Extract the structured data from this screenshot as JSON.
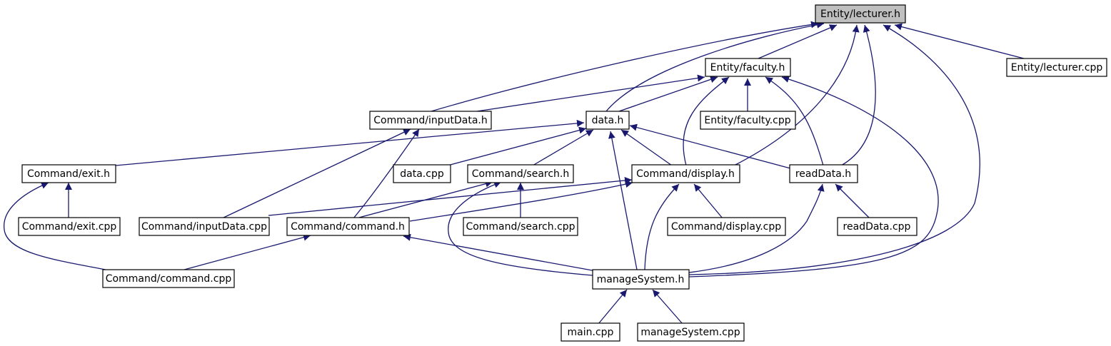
{
  "colors": {
    "edge": "#191970",
    "node_fill": "#ffffff",
    "focus_fill": "#bfbfbf",
    "border": "#000000",
    "text": "#000000"
  },
  "nodes": {
    "lecturer_h": "Entity/lecturer.h",
    "faculty_h": "Entity/faculty.h",
    "lecturer_cpp": "Entity/lecturer.cpp",
    "inputdata_h": "Command/inputData.h",
    "data_h": "data.h",
    "faculty_cpp": "Entity/faculty.cpp",
    "exit_h": "Command/exit.h",
    "data_cpp": "data.cpp",
    "search_h": "Command/search.h",
    "display_h": "Command/display.h",
    "readdata_h": "readData.h",
    "exit_cpp": "Command/exit.cpp",
    "inputdata_cpp": "Command/inputData.cpp",
    "command_h": "Command/command.h",
    "search_cpp": "Command/search.cpp",
    "display_cpp": "Command/display.cpp",
    "readdata_cpp": "readData.cpp",
    "command_cpp": "Command/command.cpp",
    "managesystem_h": "manageSystem.h",
    "main_cpp": "main.cpp",
    "managesystem_cpp": "manageSystem.cpp"
  }
}
